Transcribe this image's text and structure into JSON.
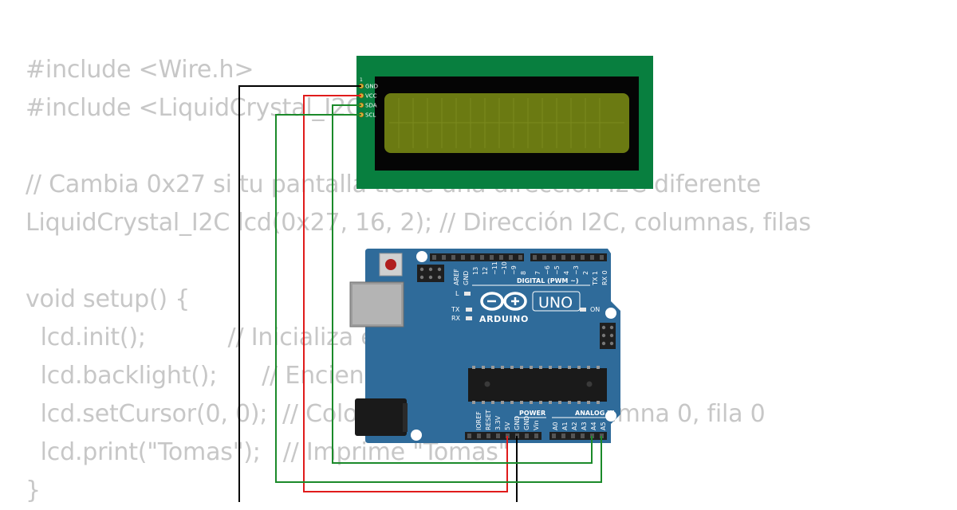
{
  "code": {
    "lines": [
      "#include <Wire.h>",
      "#include <LiquidCrystal_I2C.h>",
      "",
      "// Cambia 0x27 si tu pantalla tiene una dirección I2C diferente",
      "LiquidCrystal_I2C lcd(0x27, 16, 2); // Dirección I2C, columnas, filas",
      "",
      "void setup() {",
      "  lcd.init();           // Inicializa el LCD",
      "  lcd.backlight();      // Enciende la luz de fondo",
      "  lcd.setCursor(0, 0);  // Coloca el cursor en la columna 0, fila 0",
      "  lcd.print(\"Tomas\");   // Imprime \"Tomas\"",
      "}"
    ]
  },
  "lcd": {
    "pin_marker": "1",
    "pins": [
      "GND",
      "VCC",
      "SDA",
      "SCL"
    ],
    "pcb_color": "#087f3f",
    "screen_color": "#6b7a12"
  },
  "arduino": {
    "logo_text": "ARDUINO",
    "model": "UNO",
    "digital_label": "DIGITAL (PWM ~)",
    "power_label": "POWER",
    "analog_label": "ANALOG IN",
    "on_label": "ON",
    "l_label": "L",
    "tx_label": "TX",
    "rx_label": "RX",
    "aref_label": "AREF",
    "gnd_label": "GND",
    "digital_pins": [
      "13",
      "12",
      "~11",
      "~10",
      "~9",
      "8",
      "7",
      "~6",
      "~5",
      "4",
      "~3",
      "2",
      "TX 1",
      "RX 0"
    ],
    "power_pins": [
      "IOREF",
      "RESET",
      "3.3V",
      "5V",
      "GND",
      "GND",
      "Vin"
    ],
    "analog_pins": [
      "A0",
      "A1",
      "A2",
      "A3",
      "A4",
      "A5"
    ],
    "board_color": "#2f6b9a"
  },
  "wires": {
    "gnd_color": "#000000",
    "vcc_color": "#e01b1b",
    "sda_color": "#1b8a2a",
    "scl_color": "#1b8a2a"
  }
}
